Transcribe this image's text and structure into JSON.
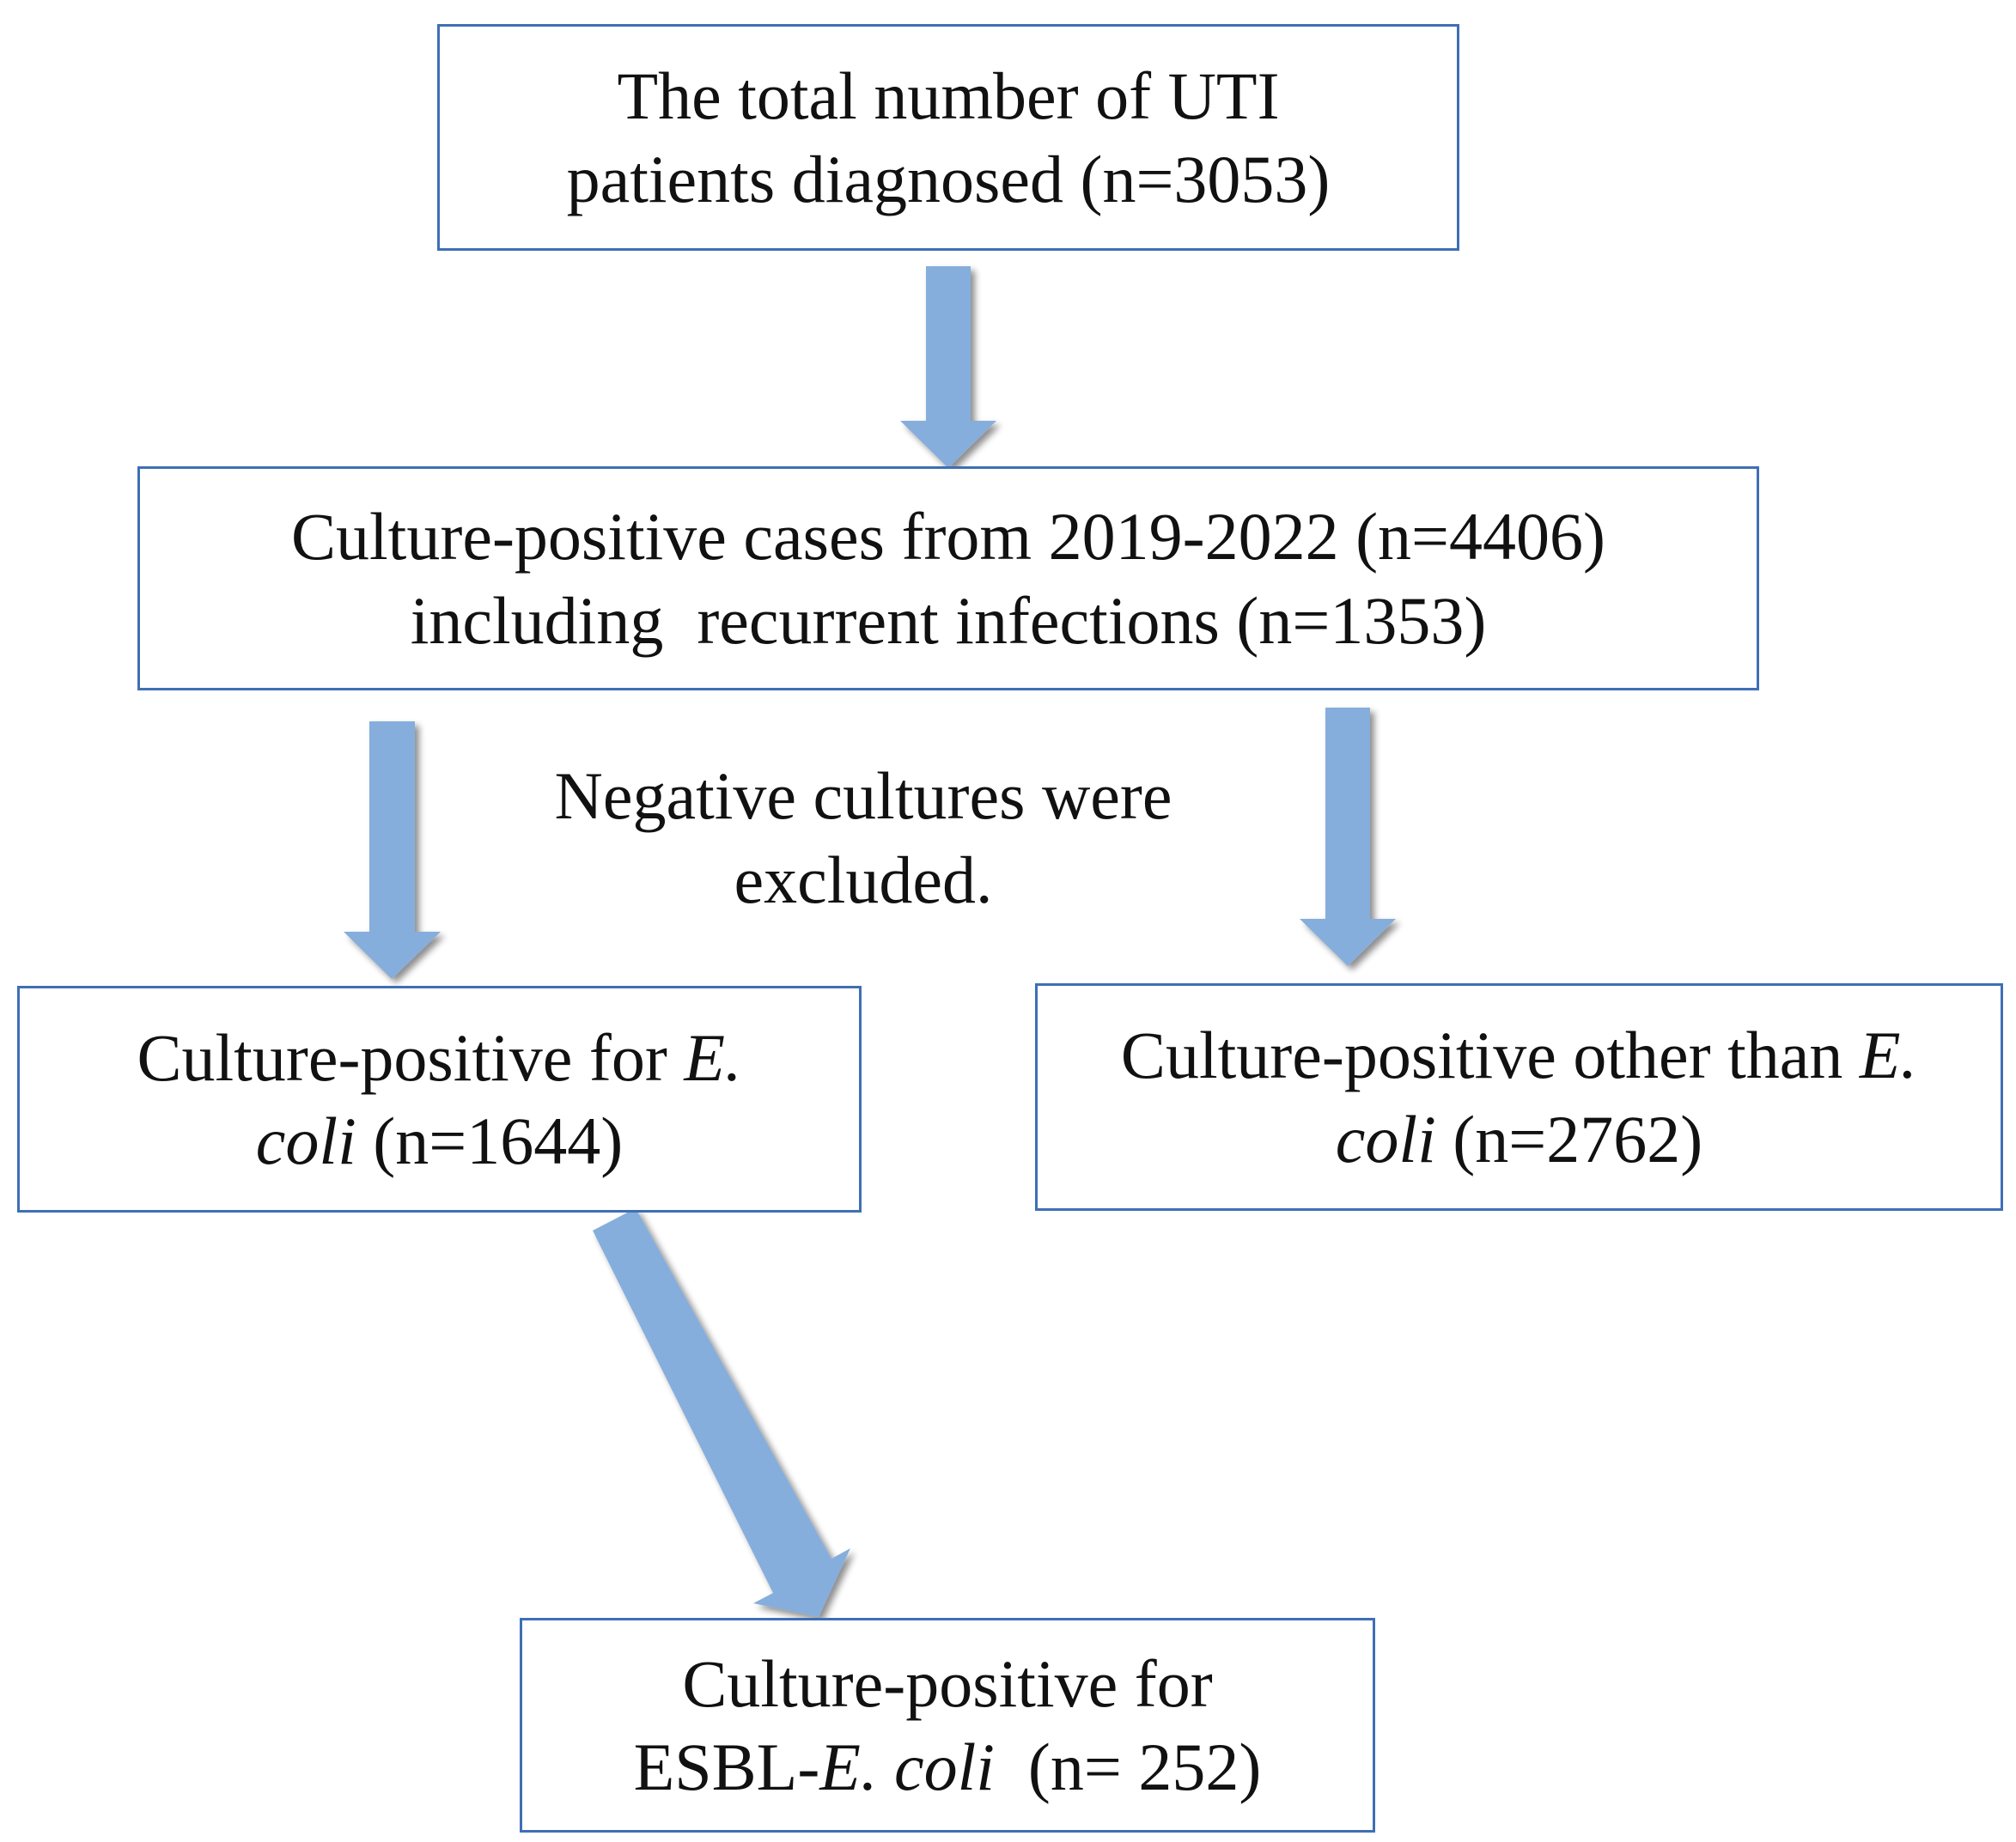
{
  "nodes": {
    "total": {
      "line1": "The total number of UTI",
      "line2": "patients diagnosed (n=3053)"
    },
    "culture_positive": {
      "line1": "Culture-positive cases from 2019-2022 (n=4406)",
      "line2": "including  recurrent infections (n=1353)"
    },
    "ecoli": {
      "line1_text": "Culture-positive for ",
      "line1_italic": "E.",
      "line2_italic": "coli",
      "line2_text": " (n=1644)"
    },
    "other": {
      "line1_text": "Culture-positive other than ",
      "line1_italic": "E.",
      "line2_italic": "coli",
      "line2_text": " (n=2762)"
    },
    "esbl": {
      "line1": "Culture-positive for",
      "line2_prefix": "ESBL-",
      "line2_italic": "E. coli",
      "line2_suffix": "  (n= 252)"
    }
  },
  "note": {
    "line1": "Negative cultures were",
    "line2": "excluded."
  },
  "colors": {
    "box_border": "#3f6fb5",
    "arrow_fill": "#86aedc"
  }
}
